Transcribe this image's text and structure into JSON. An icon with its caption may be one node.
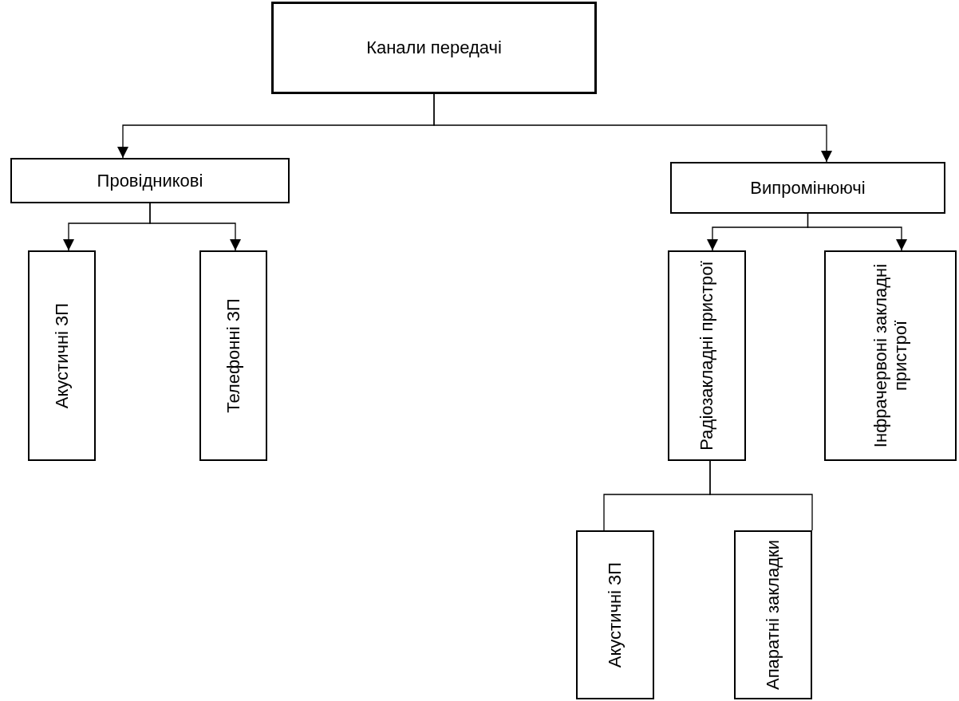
{
  "diagram": {
    "nodes": [
      {
        "text": [
          "Канали передачі"
        ]
      },
      {
        "text": [
          "Провідникові"
        ]
      },
      {
        "text": [
          "Випромінюючі"
        ]
      },
      {
        "text": [
          "Акустичні ЗП"
        ]
      },
      {
        "text": [
          "Телефонні ЗП"
        ]
      },
      {
        "text": [
          "Радіозакладні пристрої"
        ]
      },
      {
        "text": [
          "Інфрачервоні закладні пристрої"
        ]
      },
      {
        "text": [
          "Акустичні ЗП"
        ]
      },
      {
        "text": [
          "Апаратні закладки"
        ]
      }
    ],
    "edges": [
      {
        "from": 0,
        "to": 1,
        "arrow": "to"
      },
      {
        "from": 0,
        "to": 2,
        "arrow": "to"
      },
      {
        "from": 1,
        "to": 3,
        "arrow": "to"
      },
      {
        "from": 1,
        "to": 4,
        "arrow": "to"
      },
      {
        "from": 2,
        "to": 5,
        "arrow": "to"
      },
      {
        "from": 2,
        "to": 6,
        "arrow": "to"
      },
      {
        "from": 5,
        "to": 7,
        "arrow": "none"
      },
      {
        "from": 5,
        "to": 8,
        "arrow": "none"
      }
    ]
  }
}
